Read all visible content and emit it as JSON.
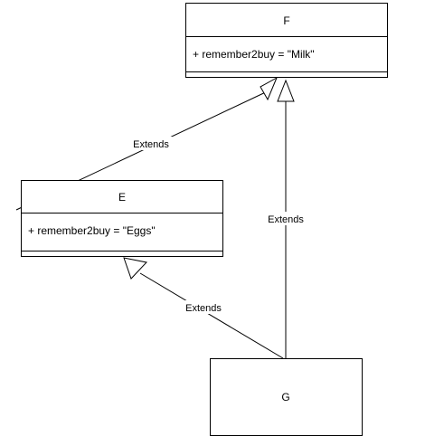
{
  "classes": {
    "F": {
      "name": "F",
      "attribute": "+ remember2buy = \"Milk\""
    },
    "E": {
      "name": "E",
      "attribute": "+ remember2buy = \"Eggs\""
    },
    "G": {
      "name": "G"
    }
  },
  "edges": {
    "e_to_f": {
      "label": "Extends"
    },
    "g_to_f": {
      "label": "Extends"
    },
    "g_to_e": {
      "label": "Extends"
    }
  },
  "colors": {
    "stroke": "#000000",
    "fill": "#ffffff"
  }
}
